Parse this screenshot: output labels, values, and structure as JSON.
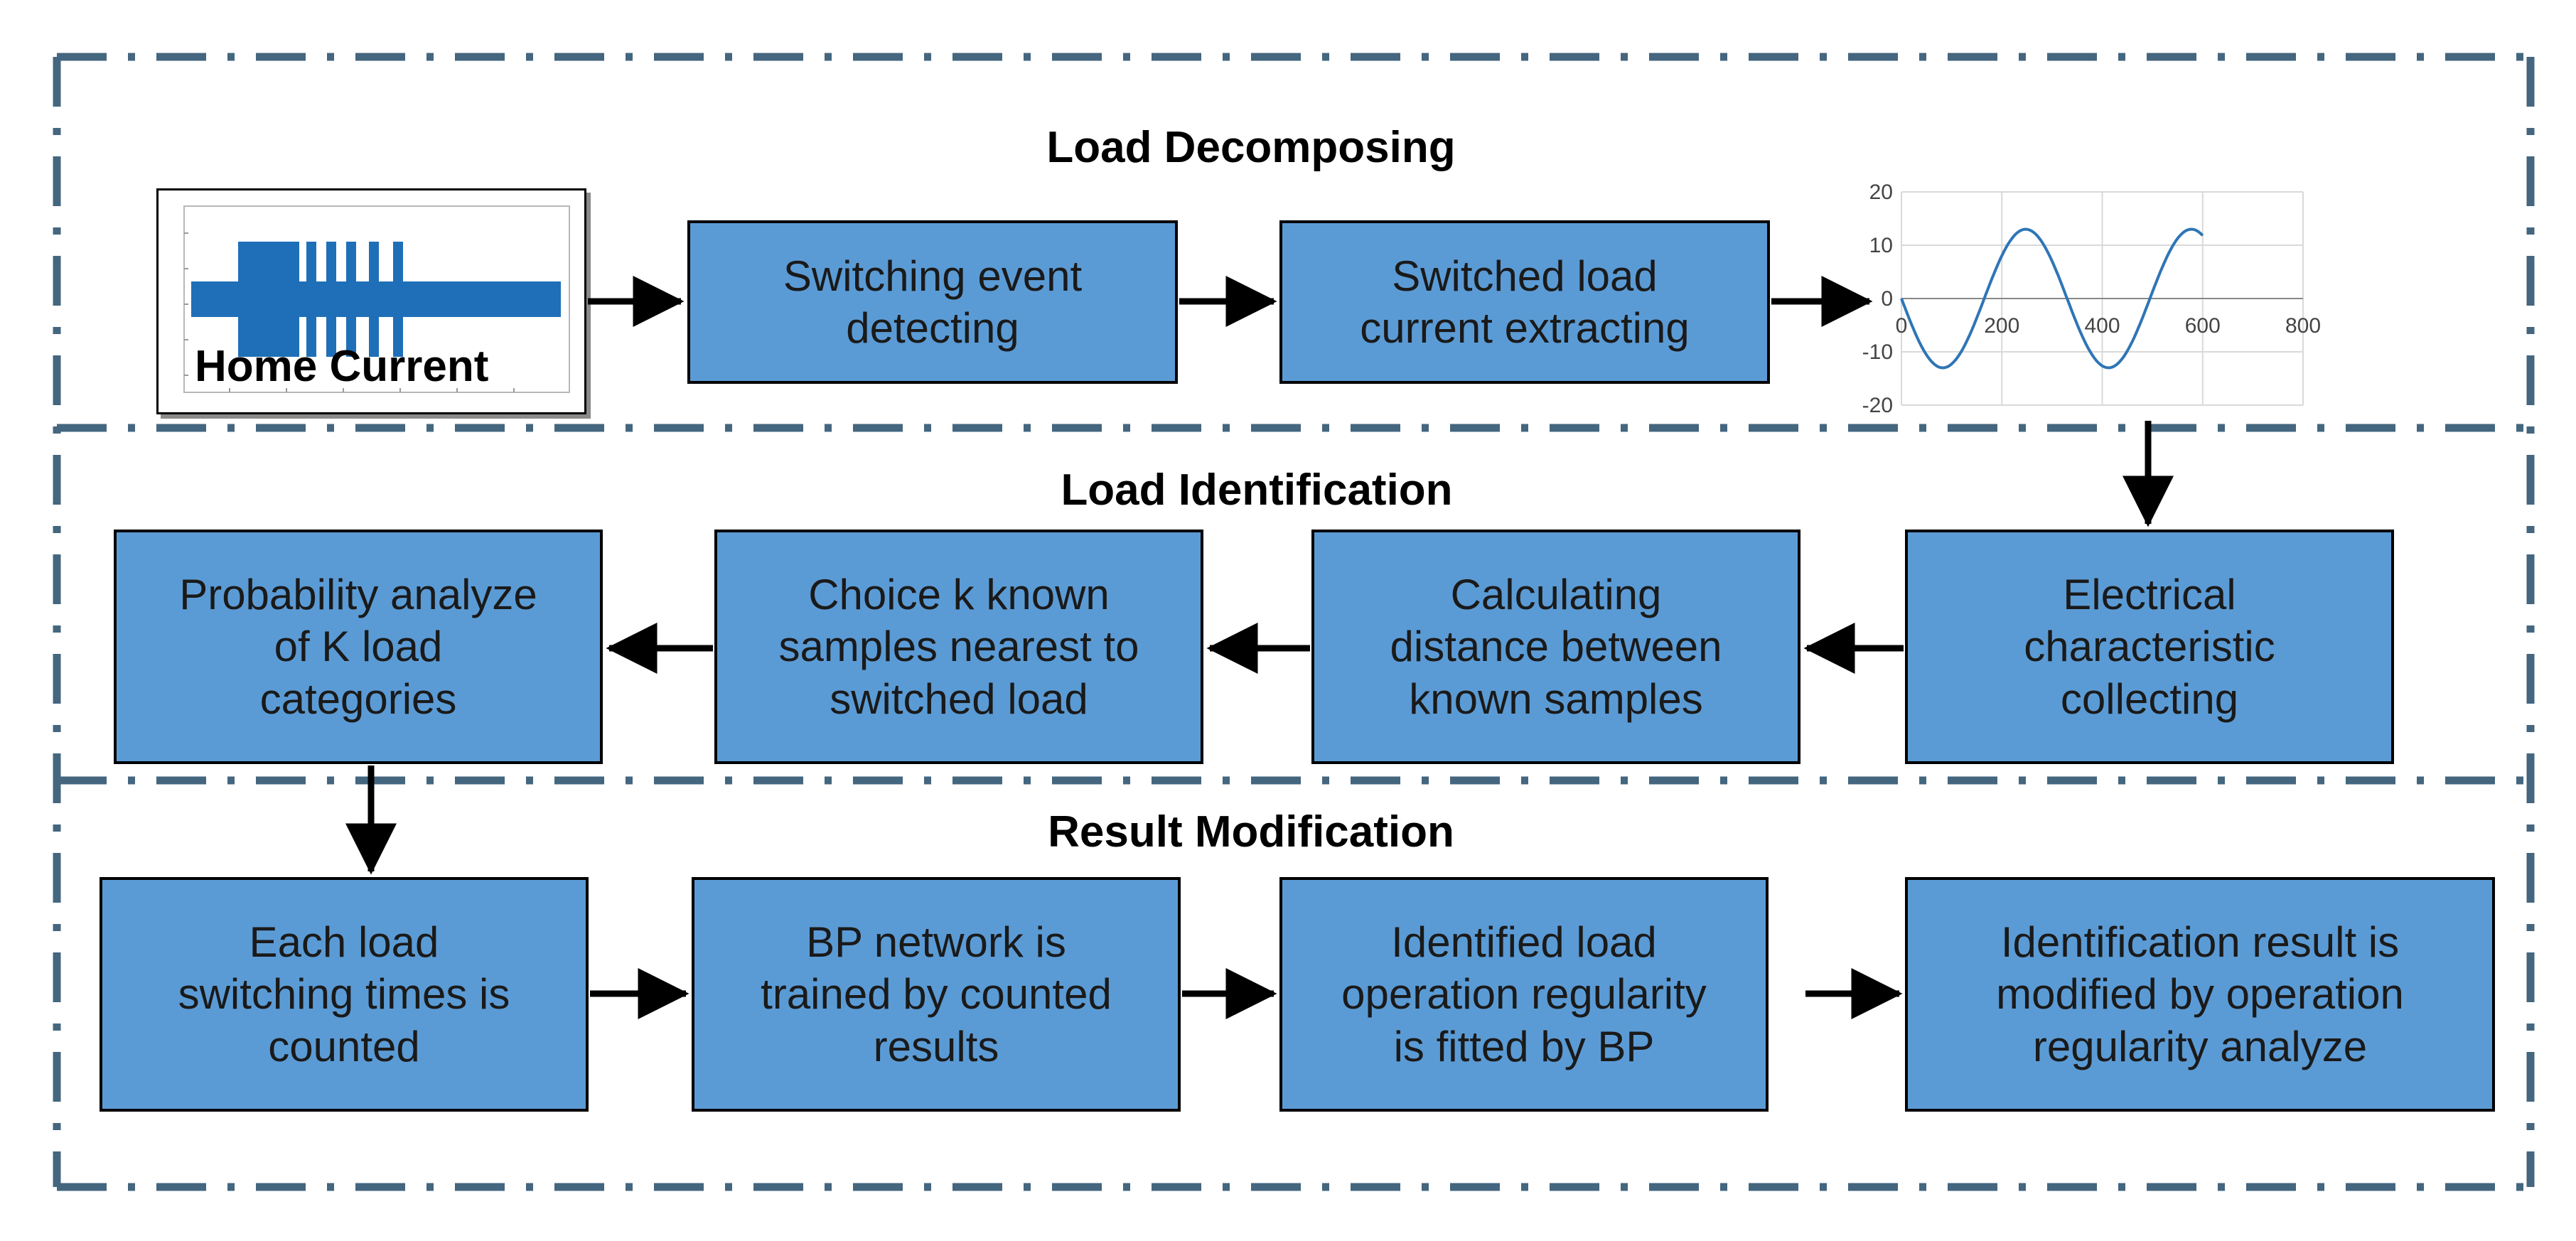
{
  "sections": {
    "load_decomposing": "Load Decomposing",
    "load_identification": "Load Identification",
    "result_modification": "Result Modification"
  },
  "home_current_label": "Home Current",
  "nodes": {
    "switching_event": "Switching event\ndetecting",
    "load_current_extracting": "Switched load\ncurrent extracting",
    "electrical_characteristic": "Electrical\ncharacteristic\ncollecting",
    "calculating_distance": "Calculating\ndistance between\nknown samples",
    "choice_k_known": "Choice k known\nsamples nearest to\nswitched load",
    "probability_analyze": "Probability analyze\nof  K load\ncategories",
    "switching_times_counted": "Each load\nswitching times is\ncounted",
    "bp_network_trained": "BP network is\ntrained by counted\nresults",
    "operation_regularity_fitted": "Identified load\noperation regularity\nis fitted by BP",
    "identification_result_modified": "Identification result is\nmodified by operation\nregularity analyze"
  },
  "colors": {
    "box_fill": "#5b9bd5",
    "frame": "#44667f",
    "waveform": "#2e75b6",
    "signal": "#1f6fb8"
  },
  "sine_chart": {
    "type": "line",
    "y_ticks": [
      "20",
      "10",
      "0",
      "-10",
      "-20"
    ],
    "x_ticks": [
      "0",
      "200",
      "400",
      "600",
      "800"
    ],
    "xlim": [
      0,
      800
    ],
    "ylim": [
      -20,
      20
    ],
    "amplitude": 13,
    "period": 330,
    "x_end": 600
  }
}
